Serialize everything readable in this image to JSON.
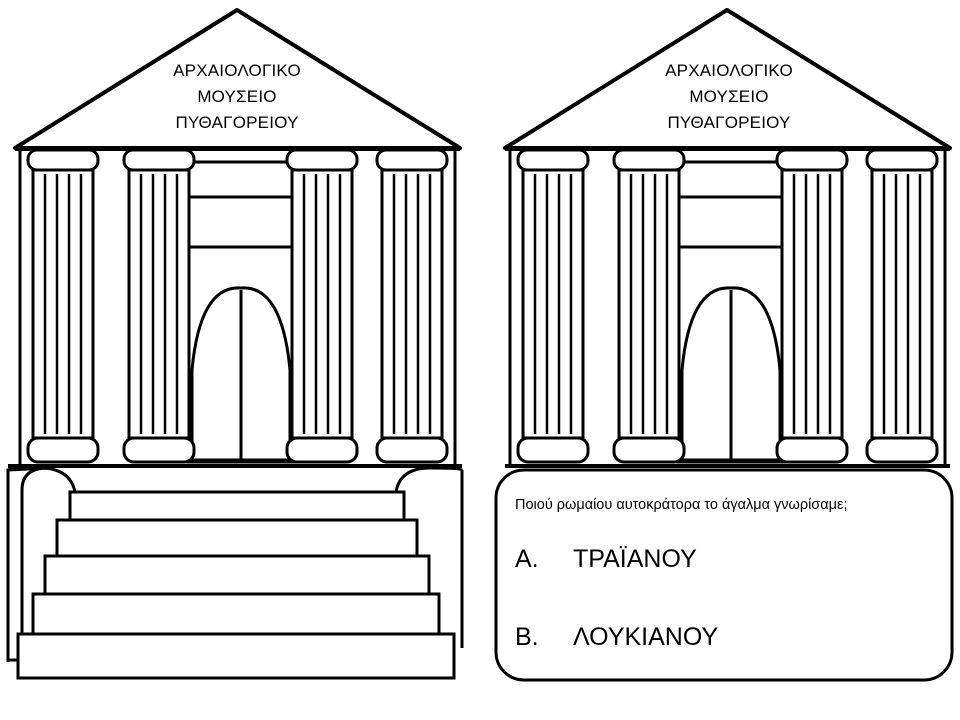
{
  "left_temple": {
    "title_lines": [
      "ΑΡΧΑΙΟΛΟΓΙΚΟ",
      "ΜΟΥΣΕΙΟ",
      "ΠΥΘΑΓΟΡΕΙΟΥ"
    ]
  },
  "right_temple": {
    "title_lines": [
      "ΑΡΧΑΙΟΛΟΓΙΚΟ",
      "ΜΟΥΣΕΙΟ",
      "ΠΥΘΑΓΟΡΕΙΟΥ"
    ],
    "quiz": {
      "question": "Ποιού  ρωμαίου αυτοκράτορα το άγαλμα γνωρίσαμε;",
      "options": [
        {
          "letter": "Α.",
          "text": "ΤΡΑΪΑΝΟΥ"
        },
        {
          "letter": "Β.",
          "text": "ΛΟΥΚΙΑΝΟΥ"
        }
      ]
    }
  }
}
